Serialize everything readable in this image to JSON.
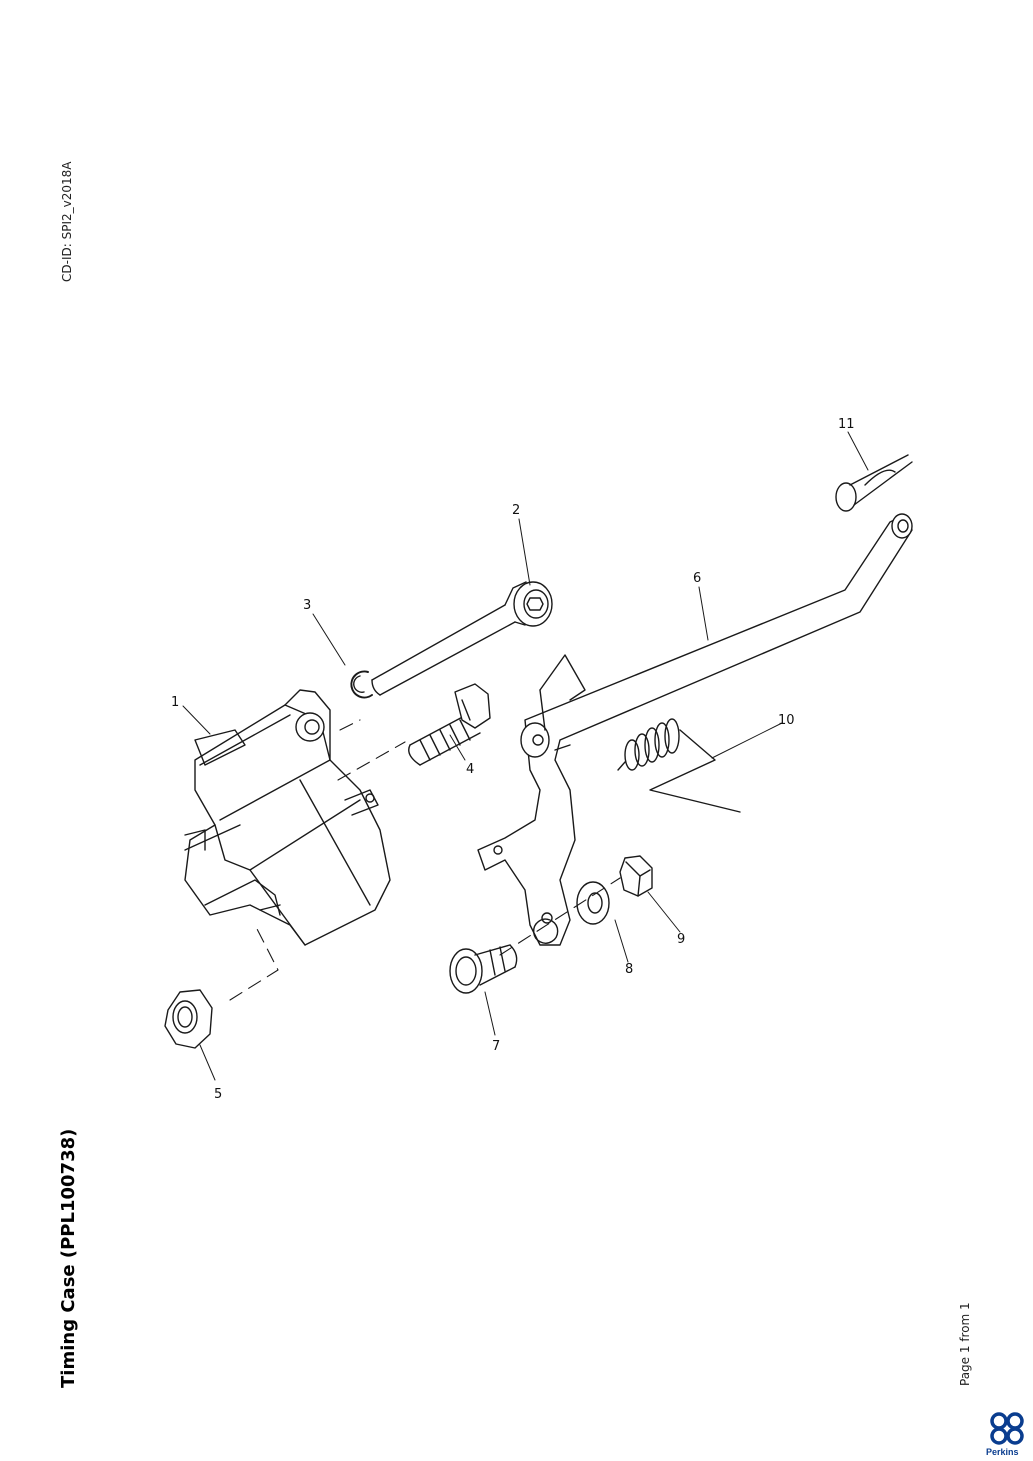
{
  "document": {
    "cd_id": "CD-ID: SPI2_v2018A",
    "title": "Timing Case (PPL100738)",
    "page_info": "Page 1 from 1",
    "brand": "Perkins"
  },
  "callouts": [
    "1",
    "2",
    "3",
    "4",
    "5",
    "6",
    "7",
    "8",
    "9",
    "10",
    "11"
  ],
  "colors": {
    "line": "#1a1a1a",
    "brand_blue": "#0a3d8f"
  }
}
